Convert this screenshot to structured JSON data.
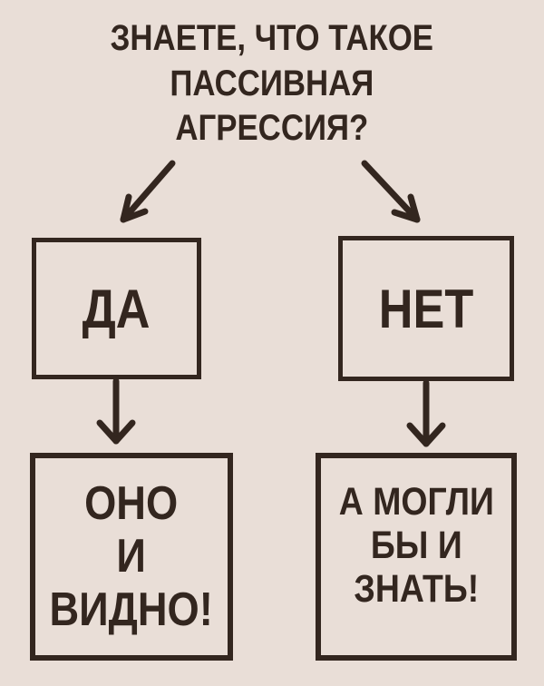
{
  "meta": {
    "language": "ru",
    "kind": "flowchart-meme"
  },
  "colors": {
    "background": "#e9ded7",
    "ink": "#33261f"
  },
  "title": {
    "text": "ЗНАЕТЕ, ЧТО ТАКОЕ\nПАССИВНАЯ\nАГРЕССИЯ?"
  },
  "flow": {
    "yes_box": {
      "label": "ДА"
    },
    "no_box": {
      "label": "НЕТ"
    },
    "yes_result_box": {
      "text": "ОНО\nИ\nВИДНО!"
    },
    "no_result_box": {
      "text": "А МОГЛИ\nБЫ И\nЗНАТЬ!"
    },
    "arrows": [
      {
        "name": "question-to-yes",
        "direction": "down-left"
      },
      {
        "name": "question-to-no",
        "direction": "down-right"
      },
      {
        "name": "yes-to-result",
        "direction": "down"
      },
      {
        "name": "no-to-result",
        "direction": "down"
      }
    ]
  }
}
